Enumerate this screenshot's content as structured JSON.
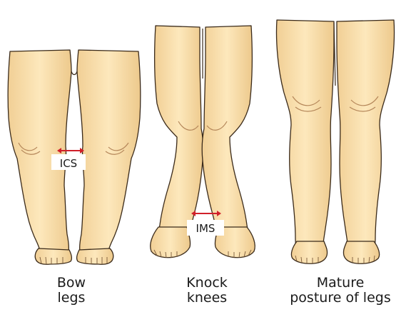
{
  "figures": [
    {
      "id": "bow",
      "caption_lines": [
        "Bow",
        "legs"
      ],
      "gap_label": "ICS"
    },
    {
      "id": "knock",
      "caption_lines": [
        "Knock",
        "knees"
      ],
      "gap_label": "IMS"
    },
    {
      "id": "mature",
      "caption_lines": [
        "Mature",
        "posture of legs"
      ]
    }
  ],
  "colors": {
    "skin": "#fbe2b0",
    "outline": "#3a2a1a",
    "shade": "#c9a06a",
    "arrow": "#d0202a"
  }
}
